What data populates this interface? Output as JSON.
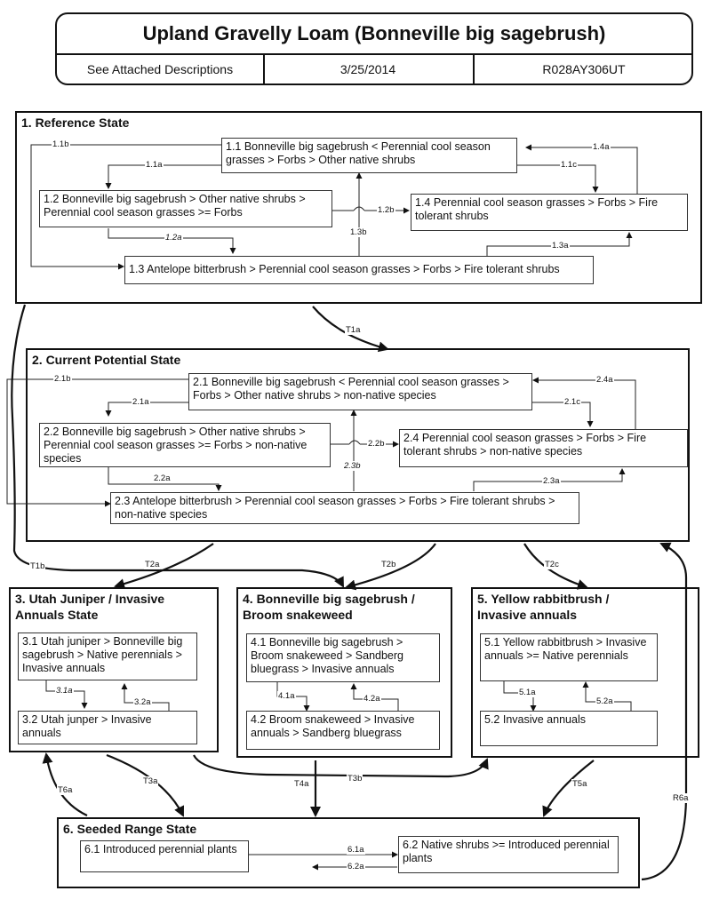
{
  "header": {
    "title": "Upland Gravelly Loam (Bonneville big sagebrush)",
    "descriptions": "See Attached Descriptions",
    "date": "3/25/2014",
    "site_id": "R028AY306UT"
  },
  "states": {
    "s1": {
      "title": "1. Reference State",
      "c1_1": "1.1 Bonneville big sagebrush < Perennial cool season grasses > Forbs > Other native shrubs",
      "c1_2": "1.2 Bonneville big sagebrush > Other native shrubs > Perennial cool season grasses >= Forbs",
      "c1_3": "1.3 Antelope bitterbrush > Perennial cool season grasses > Forbs > Fire tolerant shrubs",
      "c1_4": "1.4 Perennial cool season grasses > Forbs > Fire tolerant shrubs"
    },
    "s2": {
      "title": "2. Current Potential State",
      "c2_1": "2.1 Bonneville big sagebrush < Perennial cool season grasses > Forbs > Other native shrubs > non-native species",
      "c2_2": "2.2 Bonneville big sagebrush > Other native shrubs > Perennial cool season grasses >= Forbs > non-native species",
      "c2_3": "2.3 Antelope bitterbrush > Perennial cool season grasses > Forbs > Fire tolerant shrubs > non-native species",
      "c2_4": "2.4 Perennial cool season grasses > Forbs > Fire tolerant shrubs > non-native species"
    },
    "s3": {
      "title": "3. Utah Juniper / Invasive Annuals State",
      "c3_1": "3.1 Utah juniper > Bonneville big sagebrush > Native perennials > Invasive annuals",
      "c3_2": "3.2 Utah junper > Invasive annuals"
    },
    "s4": {
      "title": "4. Bonneville big sagebrush / Broom snakeweed",
      "c4_1": "4.1 Bonneville big sagebrush > Broom snakeweed > Sandberg bluegrass > Invasive annuals",
      "c4_2": "4.2 Broom snakeweed > Invasive annuals > Sandberg bluegrass"
    },
    "s5": {
      "title": "5. Yellow rabbitbrush / Invasive annuals",
      "c5_1": "5.1 Yellow rabbitbrush > Invasive annuals >= Native perennials",
      "c5_2": "5.2 Invasive annuals"
    },
    "s6": {
      "title": "6. Seeded Range State",
      "c6_1": "6.1 Introduced perennial plants",
      "c6_2": "6.2 Native shrubs >= Introduced perennial plants"
    }
  },
  "labels": {
    "l1_1b": "1.1b",
    "l1_1a": "1.1a",
    "l1_1c": "1.1c",
    "l1_4a": "1.4a",
    "l1_2b": "1.2b",
    "l1_3b": "1.3b",
    "l1_2a": "1.2a",
    "l1_3a": "1.3a",
    "l2_1b": "2.1b",
    "l2_1a": "2.1a",
    "l2_1c": "2.1c",
    "l2_4a": "2.4a",
    "l2_2b": "2.2b",
    "l2_3b": "2.3b",
    "l2_2a": "2.2a",
    "l2_3a": "2.3a",
    "l3_1a": "3.1a",
    "l3_2a": "3.2a",
    "l4_1a": "4.1a",
    "l4_2a": "4.2a",
    "l5_1a": "5.1a",
    "l5_2a": "5.2a",
    "l6_1a": "6.1a",
    "l6_2a": "6.2a",
    "t1a": "T1a",
    "t1b": "T1b",
    "t2a": "T2a",
    "t2b": "T2b",
    "t2c": "T2c",
    "t3a": "T3a",
    "t3b": "T3b",
    "t4a": "T4a",
    "t5a": "T5a",
    "t6a": "T6a",
    "r6a": "R6a"
  }
}
